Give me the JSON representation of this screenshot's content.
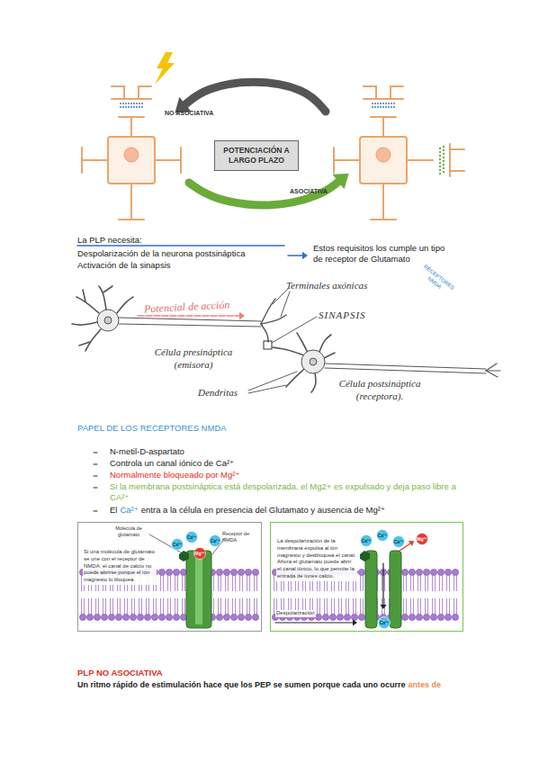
{
  "diagram": {
    "nodes": [
      {
        "text": [
          "POTENCIACIÓN A LARGO PLAZO"
        ]
      },
      {
        "text": [
          "Si una molécula de glutamato se une con el receptor de NMDA, el canal de calcio no puede abrirse porque el ión magnesio lo bloquea."
        ]
      },
      {
        "text": [
          "Ca²⁺"
        ],
        "in": 1
      },
      {
        "text": [
          "Ca²⁺"
        ],
        "in": 1
      },
      {
        "text": [
          "Mg²⁺"
        ],
        "in": 1
      },
      {
        "text": [
          "Ca²⁺"
        ],
        "in": 1
      },
      {
        "text": [
          "La despolarización de la membrana expulsa al ión magnesio y desbloquea el canal. Ahora el glutamato puede abrir el canal iónico, lo que permite la entrada de iones calcio."
        ]
      },
      {
        "text": [
          "Ca²⁺"
        ],
        "in": 6
      },
      {
        "text": [
          "Ca²⁺"
        ],
        "in": 6
      },
      {
        "text": [
          "Ca²⁺"
        ],
        "in": 6
      },
      {
        "text": [
          "Mg²⁺"
        ],
        "in": 6
      },
      {
        "text": [
          "Ca²⁺"
        ],
        "in": 6
      }
    ],
    "labels": [
      "NO ASOCIATIVA",
      "ASOCIATIVA",
      "La PLP necesita:",
      "Despolarización de la neurona postsináptica",
      "Activación de la sinapsis",
      "Estos requisitos los cumple un tipo de receptor de Glutamato",
      "RECEPTORES NMDA",
      "Terminales axónicas",
      "Potencial de acción",
      "SINAPSIS",
      "Célula presináptica (emisora)",
      "Dendritas",
      "Célula postsináptica (receptora).",
      "PAPEL DE LOS RECEPTORES NMDA",
      "N-metil-D-aspartato",
      "Controla un canal iónico de Ca²⁺",
      "Normalmente bloqueado por Mg²⁺",
      "Si la membrana postsináptica está despolarizada, el Mg2+ es expulsado y deja paso libre a CA²⁺",
      "El",
      "Ca²⁺",
      "entra a la célula en presencia del Glutamato y ausencia de Mg²⁺",
      "Molécula de glutamato",
      "Receptor de NMDA",
      "Despolarización",
      "PLP NO ASOCIATIVA",
      "Un ritmo rápido de estimulación hace que los PEP se sumen porque cada uno ocurre",
      "antes de"
    ]
  }
}
